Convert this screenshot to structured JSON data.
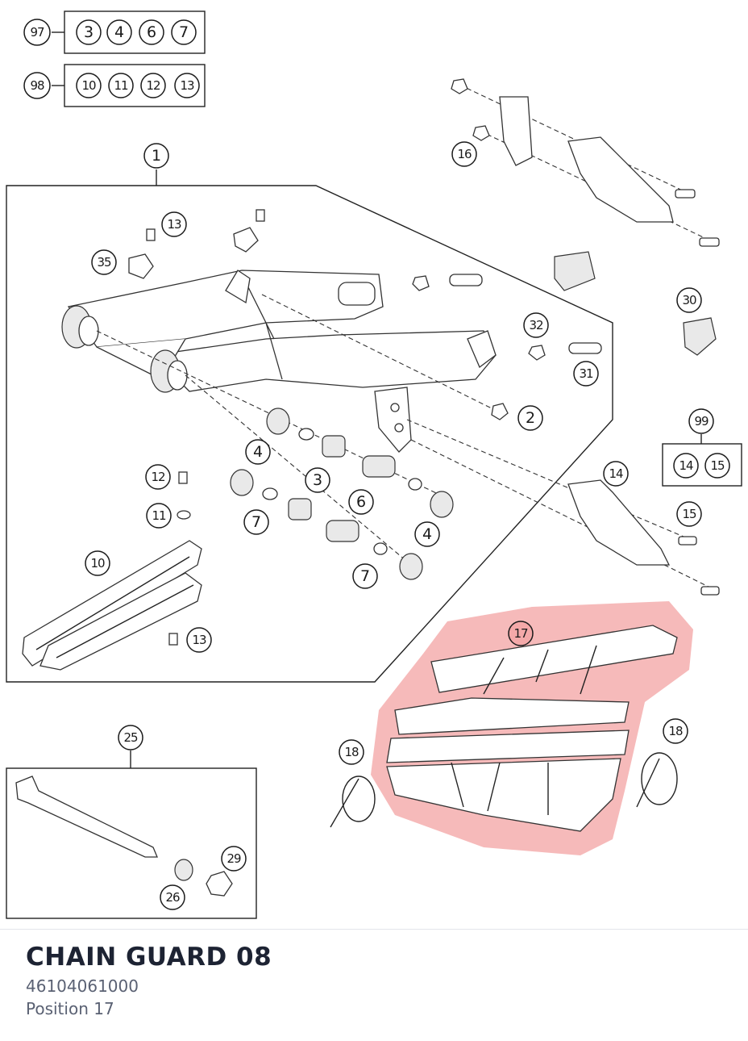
{
  "diagram": {
    "callouts": [
      {
        "id": "c97",
        "text": "97"
      },
      {
        "id": "c98",
        "text": "98"
      },
      {
        "id": "c1",
        "text": "1"
      },
      {
        "id": "c16",
        "text": "16"
      },
      {
        "id": "c13a",
        "text": "13"
      },
      {
        "id": "c35",
        "text": "35"
      },
      {
        "id": "c30",
        "text": "30"
      },
      {
        "id": "c32",
        "text": "32"
      },
      {
        "id": "c31",
        "text": "31"
      },
      {
        "id": "c2",
        "text": "2"
      },
      {
        "id": "c99",
        "text": "99"
      },
      {
        "id": "c14",
        "text": "14"
      },
      {
        "id": "c15",
        "text": "15"
      },
      {
        "id": "c4a",
        "text": "4"
      },
      {
        "id": "c3",
        "text": "3"
      },
      {
        "id": "c12",
        "text": "12"
      },
      {
        "id": "c6",
        "text": "6"
      },
      {
        "id": "c11",
        "text": "11"
      },
      {
        "id": "c7a",
        "text": "7"
      },
      {
        "id": "c4b",
        "text": "4"
      },
      {
        "id": "c10",
        "text": "10"
      },
      {
        "id": "c7b",
        "text": "7"
      },
      {
        "id": "c13b",
        "text": "13"
      },
      {
        "id": "c17",
        "text": "17"
      },
      {
        "id": "c18a",
        "text": "18"
      },
      {
        "id": "c18b",
        "text": "18"
      },
      {
        "id": "c25",
        "text": "25"
      },
      {
        "id": "c29",
        "text": "29"
      },
      {
        "id": "c26",
        "text": "26"
      }
    ],
    "kits": [
      {
        "id": "kit97",
        "items": [
          "3",
          "4",
          "6",
          "7"
        ]
      },
      {
        "id": "kit98",
        "items": [
          "10",
          "11",
          "12",
          "13"
        ]
      },
      {
        "id": "kit99",
        "items": [
          "14",
          "15"
        ]
      }
    ],
    "highlight_color": "#f4a9a9"
  },
  "part": {
    "title": "CHAIN GUARD 08",
    "number": "46104061000",
    "position": "Position 17"
  }
}
